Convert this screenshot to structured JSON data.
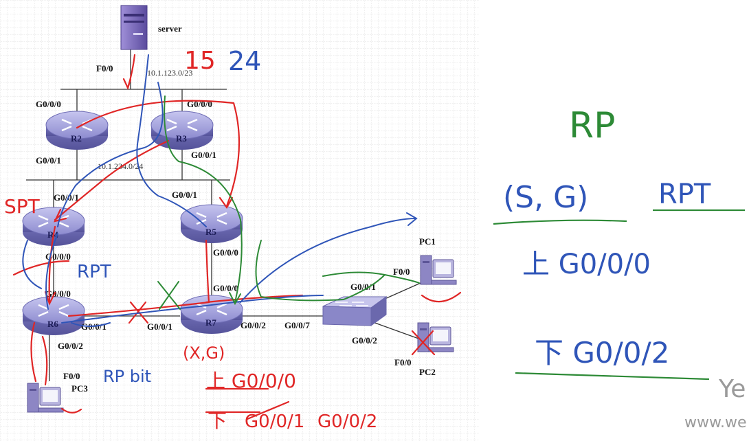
{
  "diagram": {
    "devices": {
      "server": "server",
      "r2": "R2",
      "r3": "R3",
      "r4": "R4",
      "r5": "R5",
      "r6": "R6",
      "r7": "R7",
      "pc1": "PC1",
      "pc2": "PC2",
      "pc3": "PC3"
    },
    "networks": {
      "top": "10.1.123.0/23",
      "middle": "10.1.234.0/24"
    },
    "ports": {
      "server_f00": "F0/0",
      "r2_g000": "G0/0/0",
      "r2_g001": "G0/0/1",
      "r3_g000": "G0/0/0",
      "r3_g001": "G0/0/1",
      "r4_g001": "G0/0/1",
      "r4_g000": "G0/0/0",
      "r5_g001": "G0/0/1",
      "r5_g000": "G0/0/0",
      "r6_g000": "G0/0/0",
      "r6_g001": "G0/0/1",
      "r6_g002": "G0/0/2",
      "r7_g000": "G0/0/0",
      "r7_g001": "G0/0/1",
      "r7_g002": "G0/0/2",
      "sw_g001": "G0/0/1",
      "sw_g007": "G0/0/7",
      "sw_g002": "G0/0/2",
      "pc1_f00": "F0/0",
      "pc2_f00": "F0/0",
      "pc3_f00": "F0/0"
    }
  },
  "handwriting": {
    "num_15": "15",
    "num_24": "24",
    "spt": "SPT",
    "rpt_r4": "RPT",
    "rpbit": "RP bit",
    "r7_sg": "(X,G)",
    "r7_up": "上 G0/0/0",
    "r7_down_prefix": "下",
    "r7_down_struck": "G0/0/1",
    "r7_down_if": "G0/0/2",
    "rp": "RP",
    "sg": "(S, G)",
    "rpt": "RPT",
    "up_label": "上 G0/0/0",
    "down_label": "下 G0/0/2"
  },
  "watermark": {
    "text1": "Ye",
    "text2": "www.we"
  },
  "colors": {
    "blue": "#2f55b8",
    "red": "#e02626",
    "green": "#2d8a36",
    "router": "#8a88c8",
    "server": "#6a5aa8"
  }
}
